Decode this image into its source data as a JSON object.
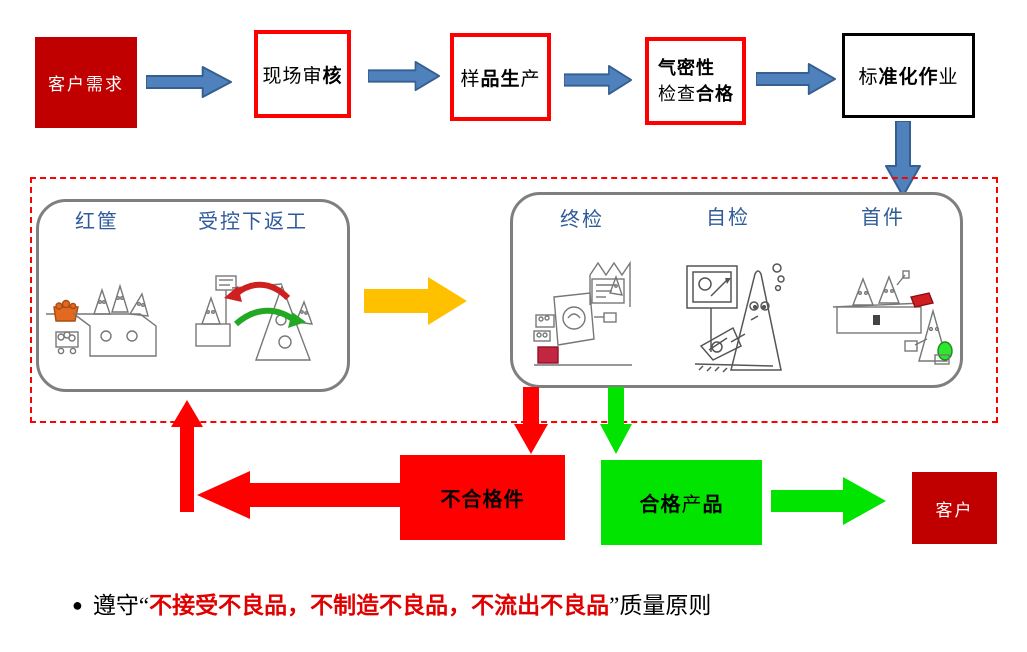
{
  "colors": {
    "dark_red": "#c00000",
    "bright_red": "#fe0000",
    "bright_green": "#00e400",
    "arrow_blue": "#4f81bd",
    "label_blue": "#2f5b9b",
    "orange": "#ffc000",
    "panel_gray": "#7f7f7f"
  },
  "top_flow": {
    "customer_need": "客户需求",
    "onsite_audit": {
      "t1": "现场审",
      "t2": "核"
    },
    "sample_production": {
      "t1": "样",
      "t2": "品生",
      "t3": "产"
    },
    "airtight_check": {
      "line1": "气密性",
      "line2a": "检查",
      "line2b": "合格"
    },
    "standardized_work": {
      "t1": "标",
      "t2": "准化作",
      "t3": "业"
    }
  },
  "control_area": {
    "left_panel": {
      "label_red_basket": "红筐",
      "label_rework": "受控下返工"
    },
    "right_panel": {
      "label_final_inspection": "终检",
      "label_self_inspection": "自检",
      "label_first_piece": "首件"
    }
  },
  "results": {
    "defective": "不合格件",
    "qualified": {
      "t1": "合格",
      "t2": "产",
      "t3": "品"
    },
    "customer": "客户"
  },
  "footer": {
    "bullet": "●",
    "prefix": "遵守",
    "quote_open": "“",
    "principle": "不接受不良品，不制造不良品，不流出不良品",
    "quote_close": "”",
    "suffix": "质量原则"
  }
}
